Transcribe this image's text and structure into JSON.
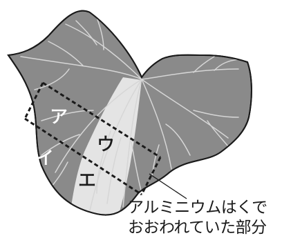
{
  "labels": {
    "a": "ア",
    "i": "イ",
    "u": "ウ",
    "e": "エ"
  },
  "caption": {
    "line1": "アルミニウムはくで",
    "line2": "おおわれていた部分"
  },
  "colors": {
    "leaf_fill": "#8a8a8a",
    "covered_fill": "#e4e4e4",
    "vein": "#d8d8d8",
    "outline": "#1a1a1a"
  }
}
